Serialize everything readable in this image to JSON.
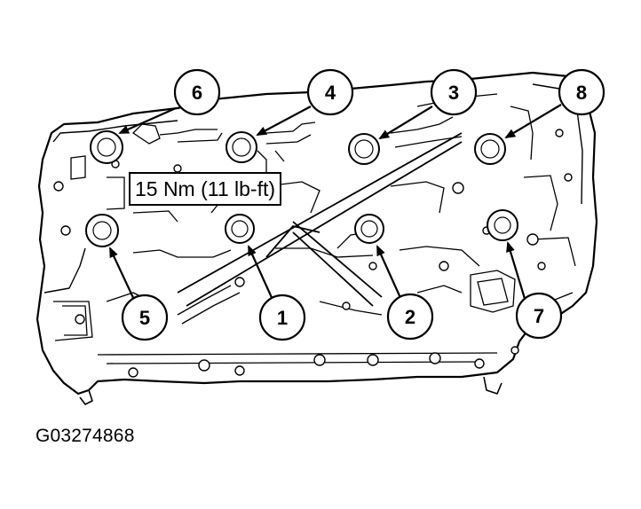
{
  "torque_label": "15 Nm (11 lb-ft)",
  "figure_id": "G03274868",
  "callouts": {
    "c1": "1",
    "c2": "2",
    "c3": "3",
    "c4": "4",
    "c5": "5",
    "c6": "6",
    "c7": "7",
    "c8": "8"
  },
  "tightening_sequence": [
    "1",
    "2",
    "3",
    "4",
    "5",
    "6",
    "7",
    "8"
  ],
  "colors": {
    "line": "#000000",
    "background": "#ffffff"
  }
}
